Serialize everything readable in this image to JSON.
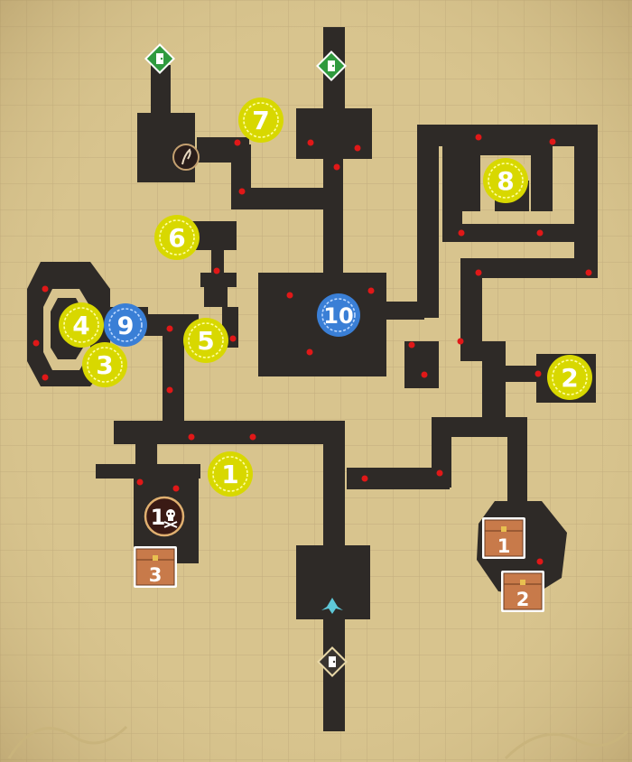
{
  "map": {
    "colors": {
      "parchment": "#d8c48e",
      "grid": "#b9a476",
      "wall": "#2e2a27",
      "enemy_dot": "#e01818",
      "yellow_marker": "#d8d800",
      "blue_marker": "#3a7fd6",
      "chest": "#c87a4a",
      "door_green": "#2f9a3e",
      "stairs": "#5ec8d8"
    },
    "yellow_markers": [
      "1",
      "2",
      "3",
      "4",
      "5",
      "6",
      "7",
      "8"
    ],
    "blue_markers": [
      "9",
      "10"
    ],
    "boss_marker": "1",
    "chests": [
      "1",
      "2",
      "3"
    ],
    "icons": [
      "door-icon",
      "door-icon",
      "door-icon",
      "whip-icon",
      "skull-icon",
      "stairs-icon"
    ]
  }
}
